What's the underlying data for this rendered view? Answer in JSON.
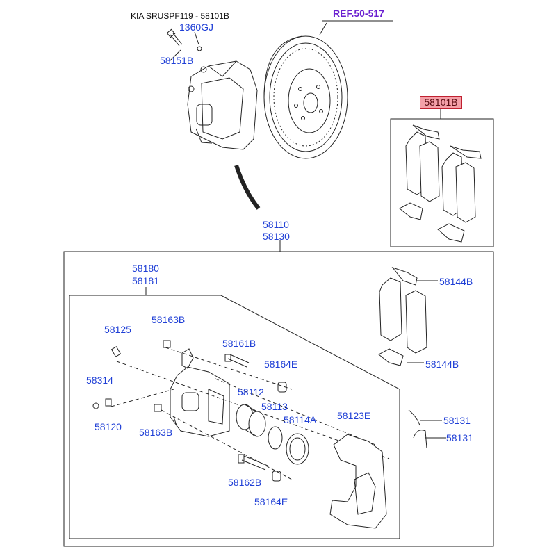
{
  "header": {
    "title": "KIA SRUSPF119 - 58101B"
  },
  "reference": {
    "label": "REF.50-517"
  },
  "highlighted_part": {
    "label": "58101B"
  },
  "parts": {
    "p1360gj": "1360GJ",
    "p58151b": "58151B",
    "p58110": "58110",
    "p58130": "58130",
    "p58180": "58180",
    "p58181": "58181",
    "p58144b_top": "58144B",
    "p58144b_bottom": "58144B",
    "p58125": "58125",
    "p58163b_top": "58163B",
    "p58161b": "58161B",
    "p58164e_top": "58164E",
    "p58314": "58314",
    "p58112": "58112",
    "p58113": "58113",
    "p58114a": "58114A",
    "p58123e": "58123E",
    "p58131_top": "58131",
    "p58131_bottom": "58131",
    "p58120": "58120",
    "p58163b_bottom": "58163B",
    "p58162b": "58162B",
    "p58164e_bottom": "58164E"
  }
}
